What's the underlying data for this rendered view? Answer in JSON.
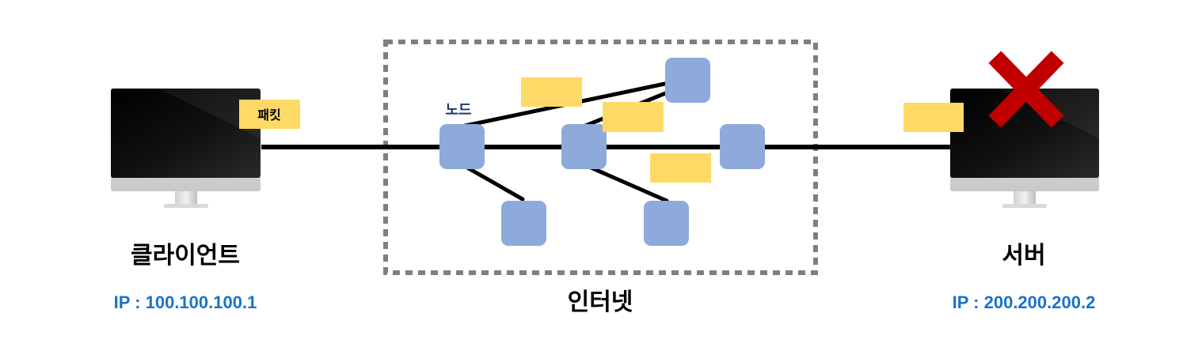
{
  "client": {
    "label": "클라이언트",
    "ip": "IP : 100.100.100.1"
  },
  "server": {
    "label": "서버",
    "ip": "IP : 200.200.200.2",
    "status_icon": "x-mark-icon"
  },
  "internet": {
    "label": "인터넷",
    "node_label": "노드"
  },
  "packet": {
    "label": "패킷"
  },
  "colors": {
    "ip_text": "#1a73c8",
    "node_fill": "#8eaadb",
    "packet_fill": "#ffd966",
    "x_mark": "#c00000",
    "node_label": "#1f3864",
    "dashed_border": "#7f7f7f",
    "line": "#000000"
  }
}
